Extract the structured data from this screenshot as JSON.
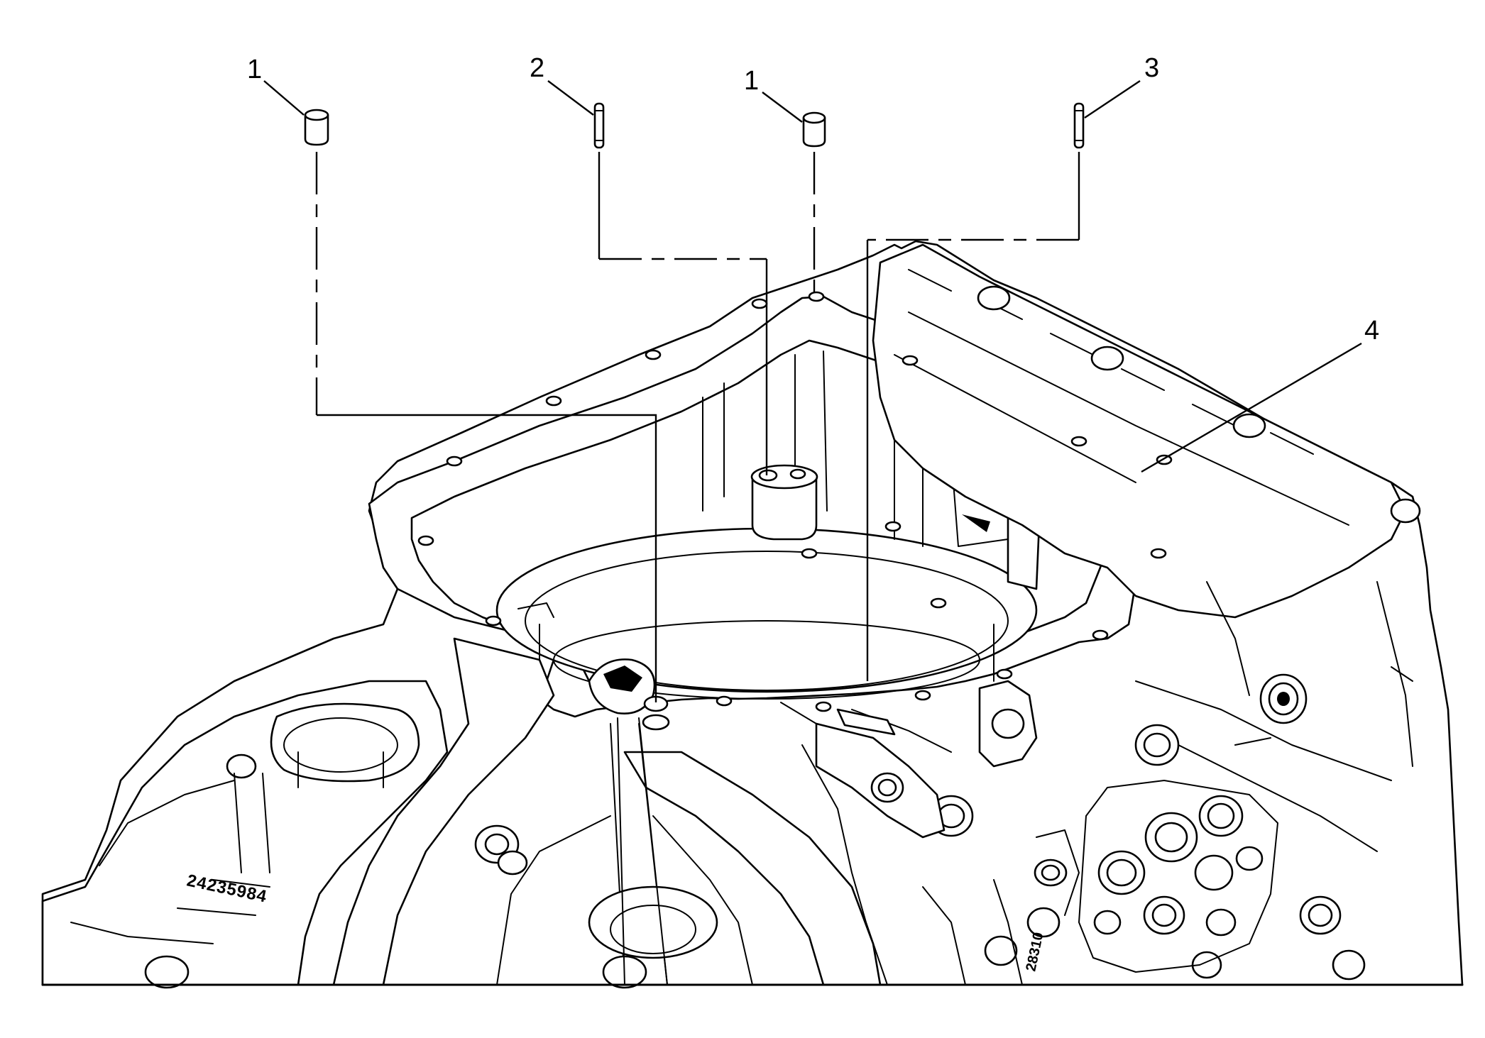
{
  "callouts": [
    {
      "label": "1",
      "part": "dowel"
    },
    {
      "label": "2",
      "part": "pin"
    },
    {
      "label": "1",
      "part": "dowel"
    },
    {
      "label": "3",
      "part": "pin"
    },
    {
      "label": "4",
      "part": "housing"
    }
  ],
  "stamped_text": {
    "left_casting": "24235984",
    "right_casting": "28310"
  }
}
